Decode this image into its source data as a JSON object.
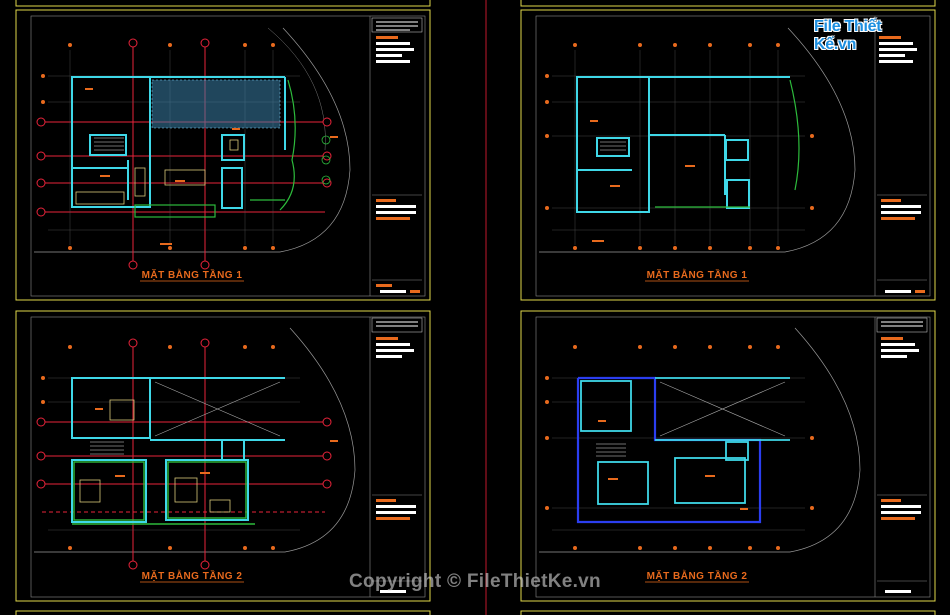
{
  "sheets": [
    {
      "title": "MẶT BẰNG TẦNG 1"
    },
    {
      "title": "MẶT BẰNG TẦNG 1"
    },
    {
      "title": "MẶT BẰNG TẦNG 2"
    },
    {
      "title": "MẶT BẰNG TẦNG 2"
    }
  ],
  "watermark": "Copyright © FileThietKe.vn",
  "logo": "File Thiết Kế.vn",
  "colors": {
    "background": "#000000",
    "sheet_border": "#e0d84a",
    "wall": "#3fd8e8",
    "axis": "#e8233a",
    "title": "#e86a1d",
    "landscape": "#2dbb3c",
    "furniture": "#d9c97a"
  }
}
